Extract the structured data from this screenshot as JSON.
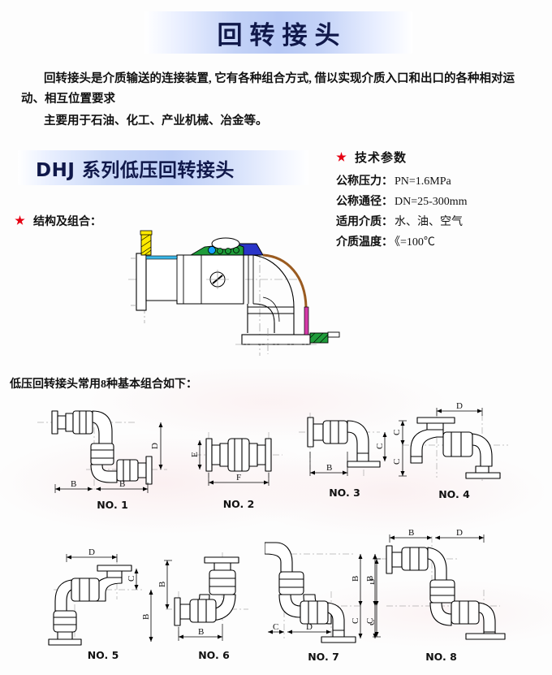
{
  "page": {
    "title": "回转接头",
    "background_color": "#fdfdfd",
    "accent_color": "#10184a",
    "star_color": "#e60012"
  },
  "intro": {
    "paragraph_1": "回转接头是介质输送的连接装置, 它有各种组合方式, 借以实现介质入口和出口的各种相对运动、相互位置要求",
    "paragraph_2": "主要用于石油、化工、产业机械、冶金等。"
  },
  "product": {
    "banner_title": "DHJ 系列低压回转接头"
  },
  "tech_params": {
    "heading": "技术参数",
    "rows": [
      {
        "key": "公称压力：",
        "value": "PN=1.6MPa"
      },
      {
        "key": "公称通径：",
        "value": "DN=25-300mm"
      },
      {
        "key": "适用介质：",
        "value": "水、油、空气"
      },
      {
        "key": "介质温度：",
        "value": "《=100℃"
      }
    ]
  },
  "structure": {
    "label": "结构及组合：",
    "drawing_alt": "回转接头剖视装配图"
  },
  "combinations": {
    "caption": "低压回转接头常用8种基本组合如下：",
    "items": [
      {
        "id": "no1",
        "label": "NO. 1",
        "dims": [
          "B",
          "B",
          "D"
        ]
      },
      {
        "id": "no2",
        "label": "NO. 2",
        "dims": [
          "E",
          "F"
        ]
      },
      {
        "id": "no3",
        "label": "NO. 3",
        "dims": [
          "B",
          "C"
        ]
      },
      {
        "id": "no4",
        "label": "NO. 4",
        "dims": [
          "D",
          "C",
          "C"
        ]
      },
      {
        "id": "no5",
        "label": "NO. 5",
        "dims": [
          "D",
          "C",
          "B"
        ]
      },
      {
        "id": "no6",
        "label": "NO. 6",
        "dims": [
          "B",
          "B"
        ]
      },
      {
        "id": "no7",
        "label": "NO. 7",
        "dims": [
          "B",
          "C",
          "C",
          "D"
        ]
      },
      {
        "id": "no8",
        "label": "NO. 8",
        "dims": [
          "B",
          "D",
          "D",
          "C"
        ]
      }
    ]
  }
}
